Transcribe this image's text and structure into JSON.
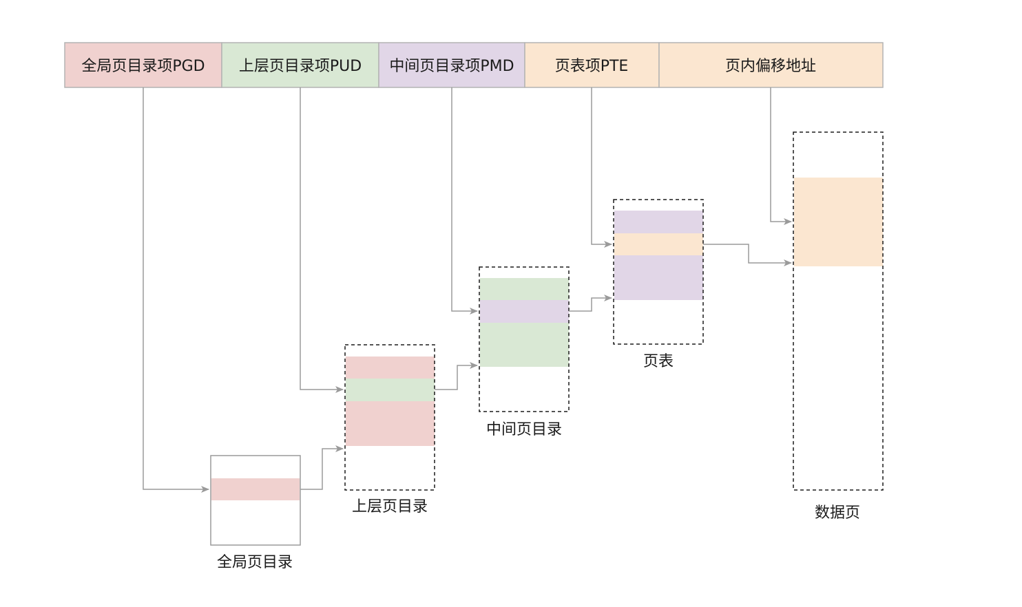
{
  "address_fields": [
    {
      "label": "全局页目录项PGD",
      "color": "#f0d1cf"
    },
    {
      "label": "上层页目录项PUD",
      "color": "#d9e8d4"
    },
    {
      "label": "中间页目录项PMD",
      "color": "#e1d6e7"
    },
    {
      "label": "页表项PTE",
      "color": "#fbe6d0"
    },
    {
      "label": "页内偏移地址",
      "color": "#fbe6d0"
    }
  ],
  "tables": [
    {
      "label": "全局页目录",
      "color": "#f0d1cf"
    },
    {
      "label": "上层页目录",
      "color": "#f0d1cf",
      "entry_color": "#d9e8d4"
    },
    {
      "label": "中间页目录",
      "color": "#d9e8d4",
      "entry_color": "#e1d6e7"
    },
    {
      "label": "页表",
      "color": "#e1d6e7",
      "entry_color": "#fbe6d0"
    },
    {
      "label": "数据页",
      "color": "#fbe6d0"
    }
  ],
  "colors": {
    "arrow": "#9a9a9a",
    "field_border": "#b3b3b3",
    "box_border": "#1a1a1a"
  }
}
